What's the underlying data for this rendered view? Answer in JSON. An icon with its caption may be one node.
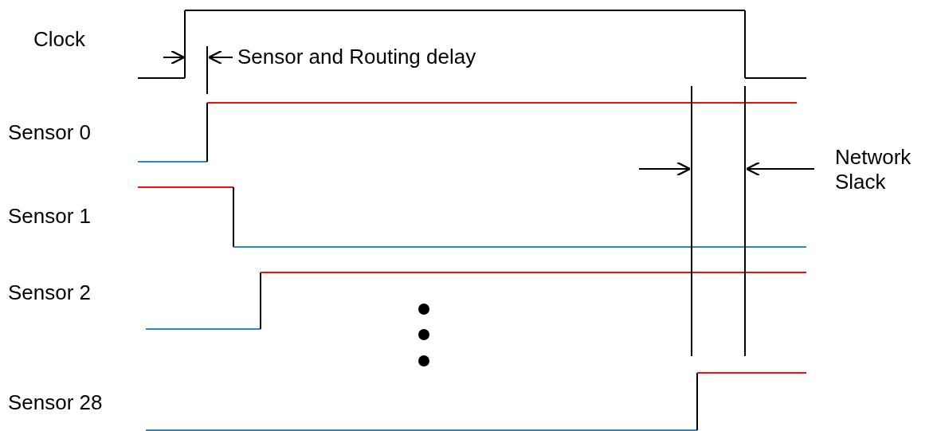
{
  "diagram": {
    "labels": [
      "Clock",
      "Sensor and Routing delay",
      "Sensor 0",
      "Network Slack",
      "Sensor 1",
      "Sensor 2",
      "Sensor 28"
    ]
  }
}
